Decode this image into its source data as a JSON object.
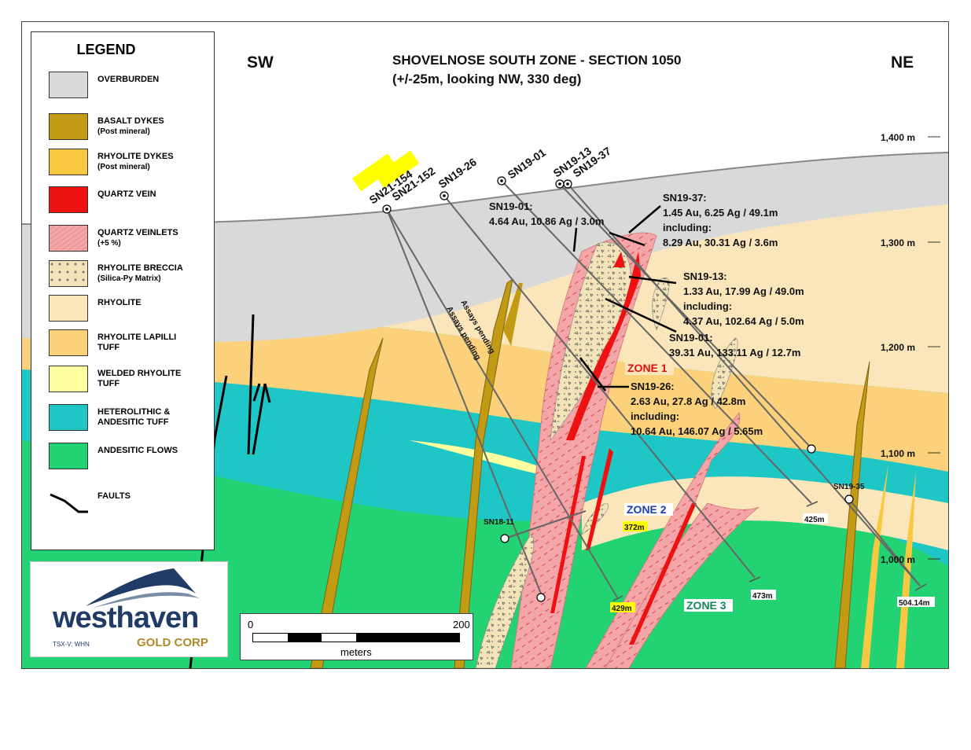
{
  "title": {
    "line1": "SHOVELNOSE SOUTH ZONE - SECTION 1050",
    "line2": "(+/-25m, looking NW, 330 deg)"
  },
  "directions": {
    "left": "SW",
    "right": "NE"
  },
  "elevations": [
    "1,400 m",
    "1,300 m",
    "1,200 m",
    "1,100 m",
    "1,000 m"
  ],
  "legend": {
    "title": "LEGEND",
    "items": [
      {
        "label": "OVERBURDEN",
        "sub": "",
        "color": "#d9d9d9"
      },
      {
        "label": "BASALT DYKES",
        "sub": "(Post mineral)",
        "color": "#c29a14"
      },
      {
        "label": "RHYOLITE DYKES",
        "sub": "(Post mineral)",
        "color": "#f9c842"
      },
      {
        "label": "QUARTZ VEIN",
        "sub": "",
        "color": "#ee1111"
      },
      {
        "label": "QUARTZ VEINLETS",
        "sub": "(+5 %)",
        "color": "#f4a5a8"
      },
      {
        "label": "RHYOLITE BRECCIA",
        "sub": "(Silica-Py Matrix)",
        "color": "#f3e3b8"
      },
      {
        "label": "RHYOLITE",
        "sub": "",
        "color": "#fbe6bb"
      },
      {
        "label": "RHYOLITE LAPILLI",
        "label2": "TUFF",
        "sub": "",
        "color": "#fbd27b"
      },
      {
        "label": "WELDED RHYOLITE",
        "label2": "TUFF",
        "sub": "",
        "color": "#ffff9f"
      },
      {
        "label": "HETEROLITHIC &",
        "label2": "ANDESITIC TUFF",
        "sub": "",
        "color": "#1fc6c6"
      },
      {
        "label": "ANDESITIC FLOWS",
        "sub": "",
        "color": "#23d272"
      },
      {
        "label": "FAULTS",
        "sub": "",
        "color": "#000000"
      }
    ]
  },
  "drillholes": [
    "SN21-154",
    "SN21-152",
    "SN19-26",
    "SN19-01",
    "SN19-13",
    "SN19-37",
    "SN18-11",
    "SN19-35"
  ],
  "notes": [
    "Assays pending",
    "Assays pending"
  ],
  "intercepts": {
    "sn19_01_upper": {
      "title": "SN19-01:",
      "line1": "4.64 Au, 10.86 Ag / 3.0m"
    },
    "sn19_37": {
      "title": "SN19-37:",
      "line1": "1.45 Au, 6.25 Ag / 49.1m",
      "line2": "including:",
      "line3": "8.29 Au, 30.31 Ag / 3.6m"
    },
    "sn19_13": {
      "title": "SN19-13:",
      "line1": "1.33 Au, 17.99 Ag / 49.0m",
      "line2": "including:",
      "line3": "4.37 Au, 102.64 Ag / 5.0m"
    },
    "sn19_01_lower": {
      "title": "SN19-01:",
      "line1": "39.31 Au, 133.11 Ag / 12.7m"
    },
    "sn19_26": {
      "title": "SN19-26:",
      "line1": "2.63 Au, 27.8 Ag / 42.8m",
      "line2": "including:",
      "line3": "10.64 Au, 146.07 Ag / 5.65m"
    }
  },
  "zones": {
    "zone1": "ZONE 1",
    "zone2": "ZONE 2",
    "zone3": "ZONE 3"
  },
  "depths": {
    "d372": "372m",
    "d429": "429m",
    "d473": "473m",
    "d425": "425m",
    "d504": "504.14m"
  },
  "scale": {
    "start": "0",
    "end": "200",
    "unit": "meters"
  },
  "logo": {
    "name": "westhaven",
    "sub": "GOLD CORP",
    "ticker": "TSX-V: WHN"
  }
}
